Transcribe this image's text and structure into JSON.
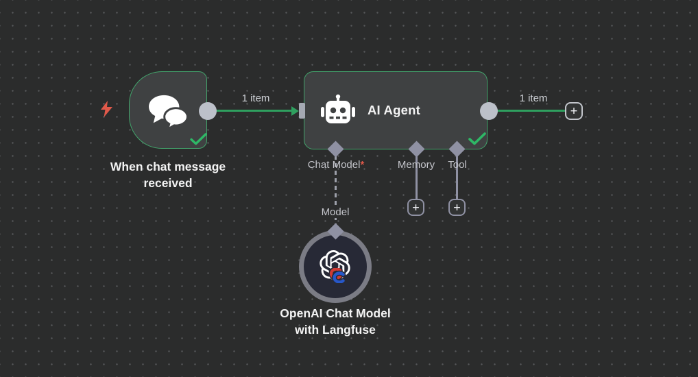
{
  "canvas": {
    "background_color": "#2b2c2c",
    "grid_dot_color": "#56585a"
  },
  "colors": {
    "node_fill": "#3f4142",
    "node_border_green": "#43a46c",
    "connection_green": "#2fa05f",
    "success_check_green": "#2eb866",
    "trigger_bolt_red": "#e0594a",
    "required_asterisk_red": "#e0594a",
    "port_gray": "#8f91a3",
    "endpoint_gray": "#bcc0c9",
    "model_node_fill": "#272936",
    "model_node_ring": "#7b7c85"
  },
  "nodes": {
    "trigger": {
      "name": "When chat message received",
      "icon": "chat-bubbles-icon",
      "status": "success"
    },
    "agent": {
      "title": "AI Agent",
      "icon": "robot-icon",
      "status": "success",
      "ports": [
        {
          "label": "Chat Model",
          "required_marker": "*"
        },
        {
          "label": "Memory"
        },
        {
          "label": "Tool"
        }
      ]
    },
    "model": {
      "name": "OpenAI Chat Model with Langfuse",
      "icon": "openai-logo",
      "badge_icon": "langfuse-logo",
      "port_label": "Model"
    }
  },
  "connections": {
    "trigger_to_agent_label": "1 item",
    "agent_output_label": "1 item"
  },
  "ui": {
    "plus_button_label": "+"
  }
}
